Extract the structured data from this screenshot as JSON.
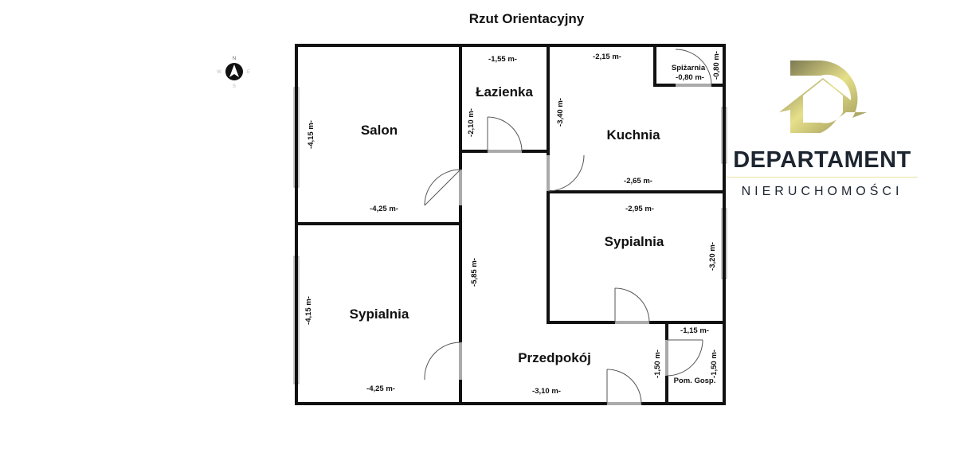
{
  "title": "Rzut Orientacyjny",
  "compass": {
    "n": "N",
    "s": "S",
    "e": "E",
    "w": "W"
  },
  "rooms": {
    "salon": {
      "name": "Salon",
      "width": "-4,25 m-",
      "height": "-4,15 m-"
    },
    "lazienka": {
      "name": "Łazienka",
      "width": "-1,55 m-",
      "height": "-2,10 m-"
    },
    "kuchnia": {
      "name": "Kuchnia",
      "width_top": "-2,15 m-",
      "width_bottom": "-2,65 m-",
      "height": "-3,40 m-"
    },
    "spizarnia": {
      "name": "Spiżarnia",
      "width": "-0,80 m-",
      "height": "-0,80 m-"
    },
    "sypialnia_right": {
      "name": "Sypialnia",
      "width": "-2,95 m-",
      "height": "-3,20 m-"
    },
    "sypialnia_left": {
      "name": "Sypialnia",
      "width": "-4,25 m-",
      "height": "-4,15 m-"
    },
    "przedpokoj": {
      "name": "Przedpokój",
      "width": "-3,10 m-",
      "height": "-5,85 m-",
      "height2": "-1,50 m-"
    },
    "pom_gosp": {
      "name": "Pom. Gosp.",
      "width": "-1,15 m-",
      "height": "-1,50 m-"
    }
  },
  "logo": {
    "brand": "DEPARTAMENT",
    "sub": "NIERUCHOMOŚCI",
    "gold": "#b8b060",
    "dark": "#1d2530"
  }
}
